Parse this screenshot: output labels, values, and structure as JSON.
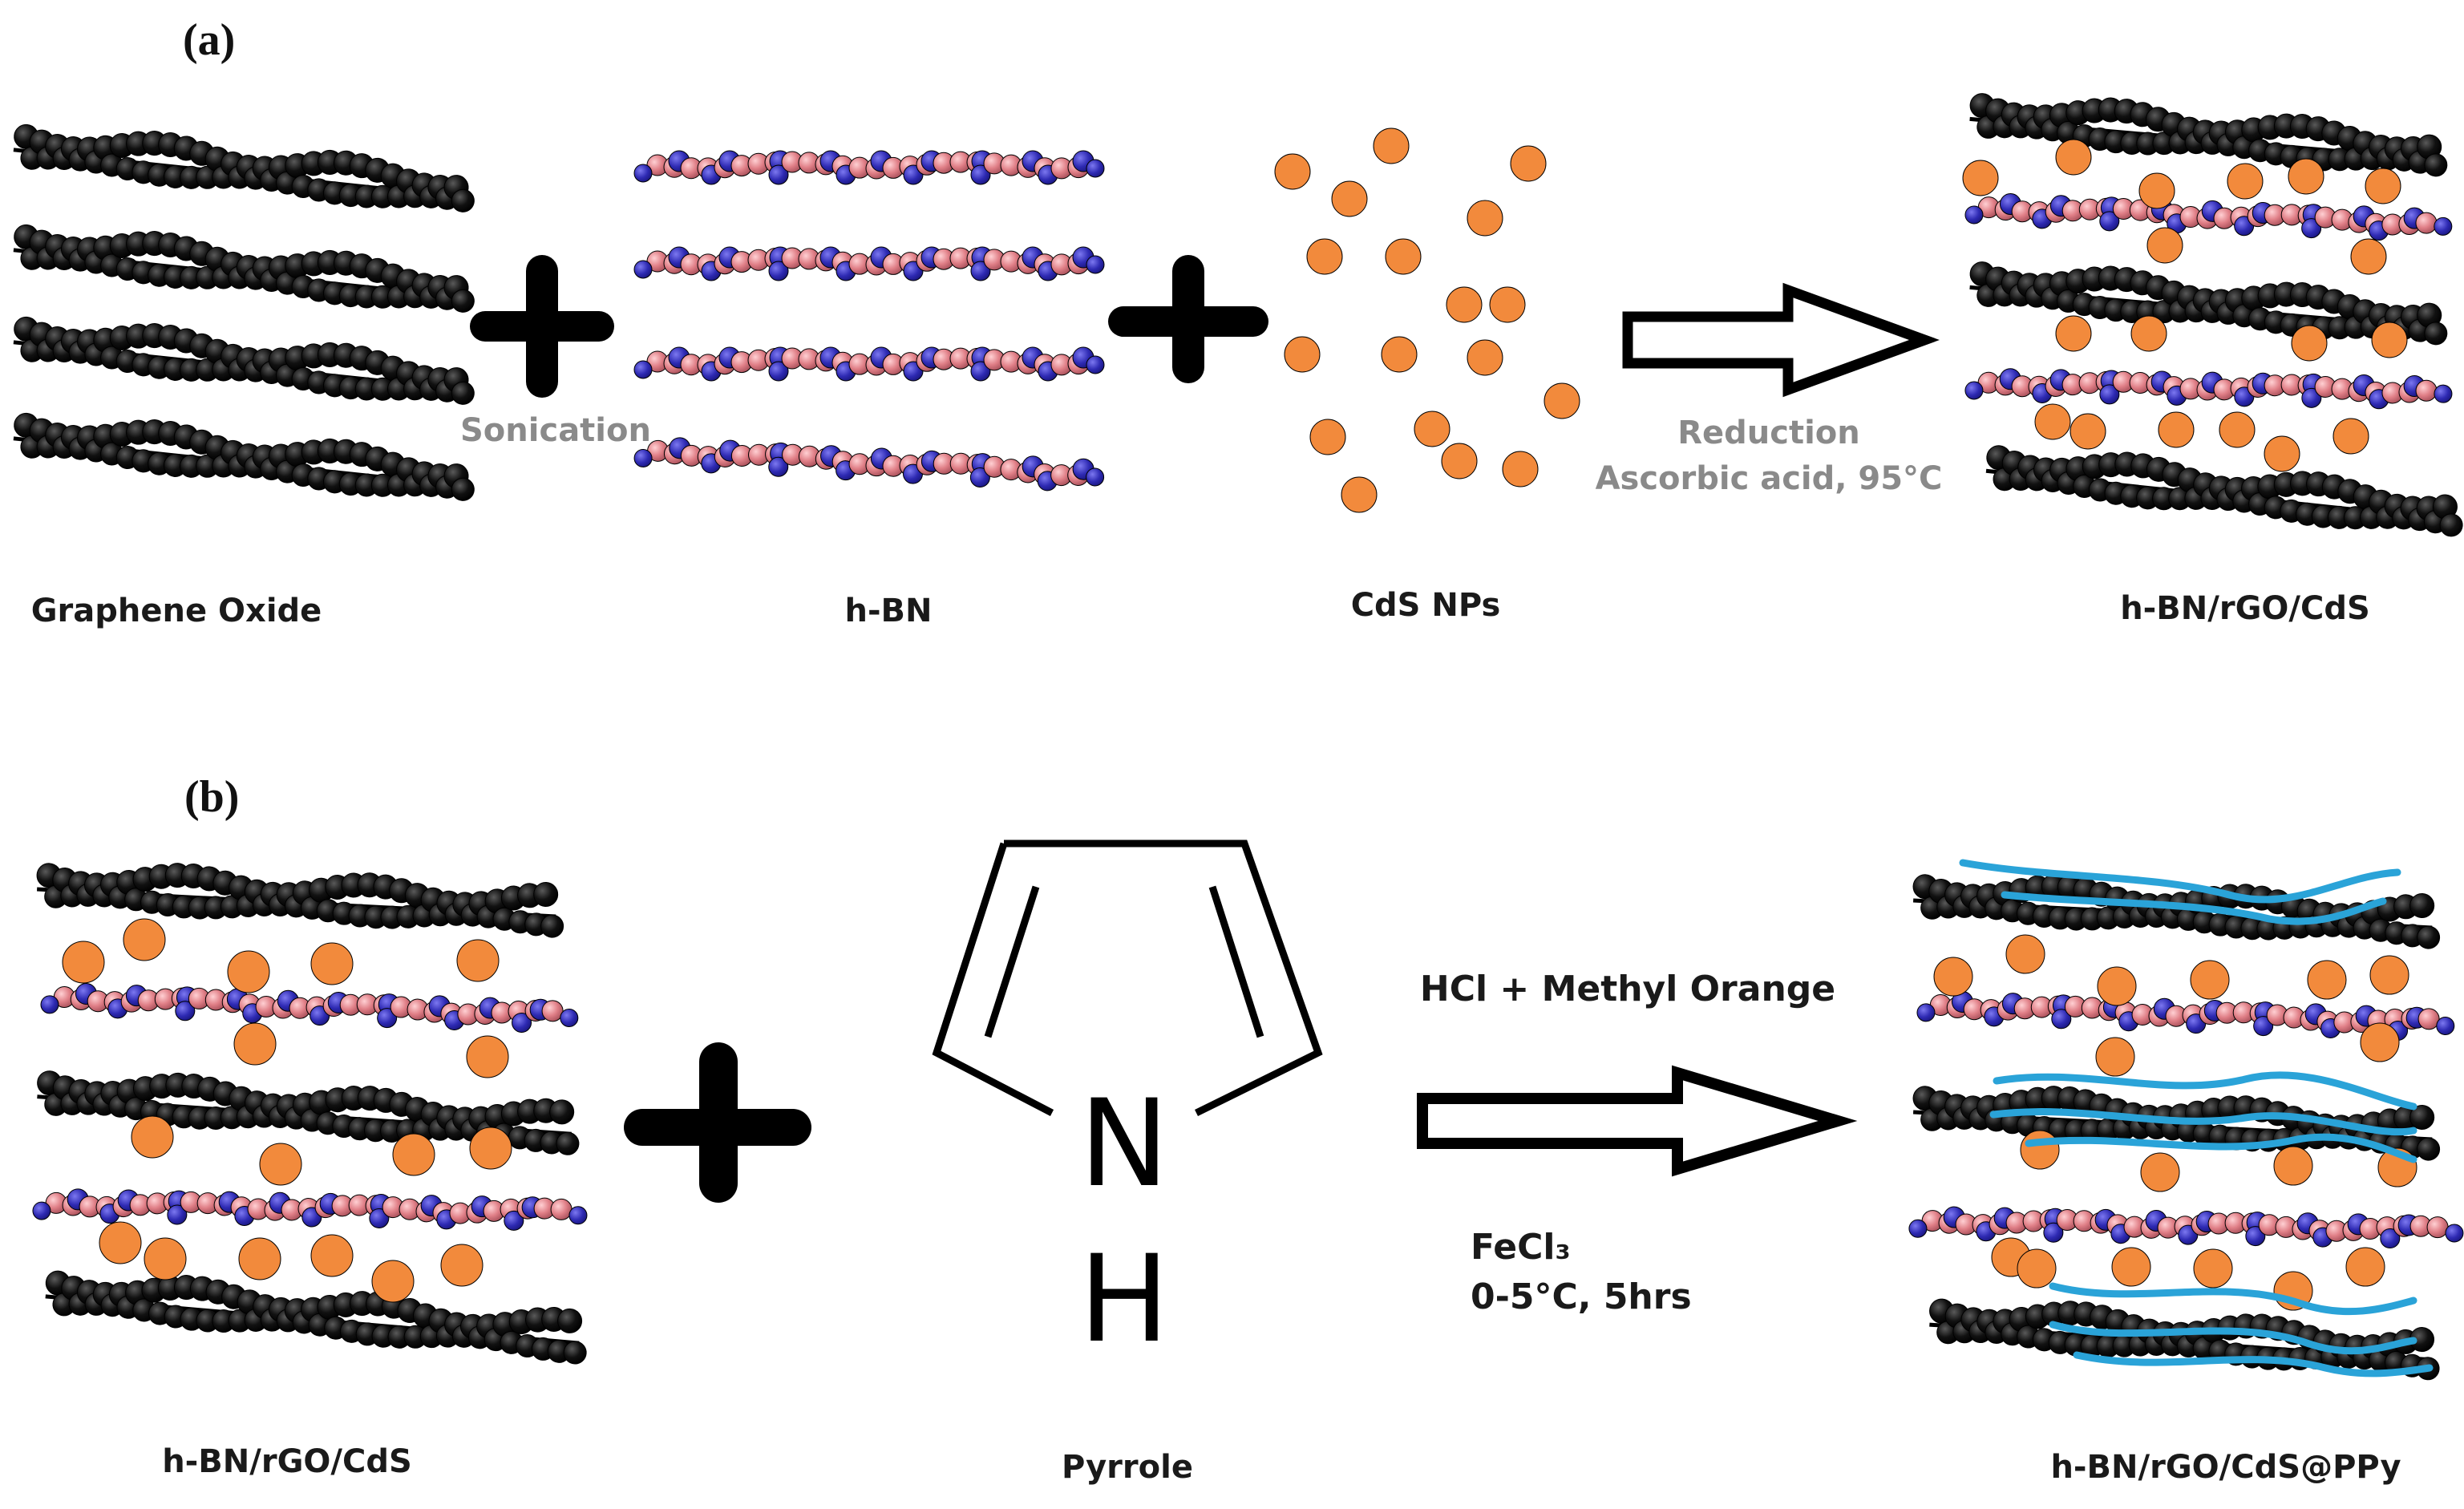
{
  "panel_a": {
    "label": "(a)",
    "captions": {
      "graphene_oxide": "Graphene Oxide",
      "hbn": "h-BN",
      "cds": "CdS NPs",
      "product": "h-BN/rGO/CdS"
    },
    "sonication": "Sonication",
    "reaction_line1": "Reduction",
    "reaction_line2": "Ascorbic acid, 95°C"
  },
  "panel_b": {
    "label": "(b)",
    "captions": {
      "reactant": "h-BN/rGO/CdS",
      "pyrrole": "Pyrrole",
      "product": "h-BN/rGO/CdS@PPy"
    },
    "pyrrole_atom_n": "N",
    "pyrrole_atom_h": "H",
    "reaction_top": "HCl + Methyl Orange",
    "reaction_bottom1": "FeCl₃",
    "reaction_bottom2": "0-5°C, 5hrs"
  },
  "colors": {
    "carbon": "#0a0a0a",
    "boron": "#2e2ab3",
    "nitrogen": "#e07f87",
    "cds": "#f28a3c",
    "ppy": "#2aa3d8",
    "arrow": "#000000"
  }
}
